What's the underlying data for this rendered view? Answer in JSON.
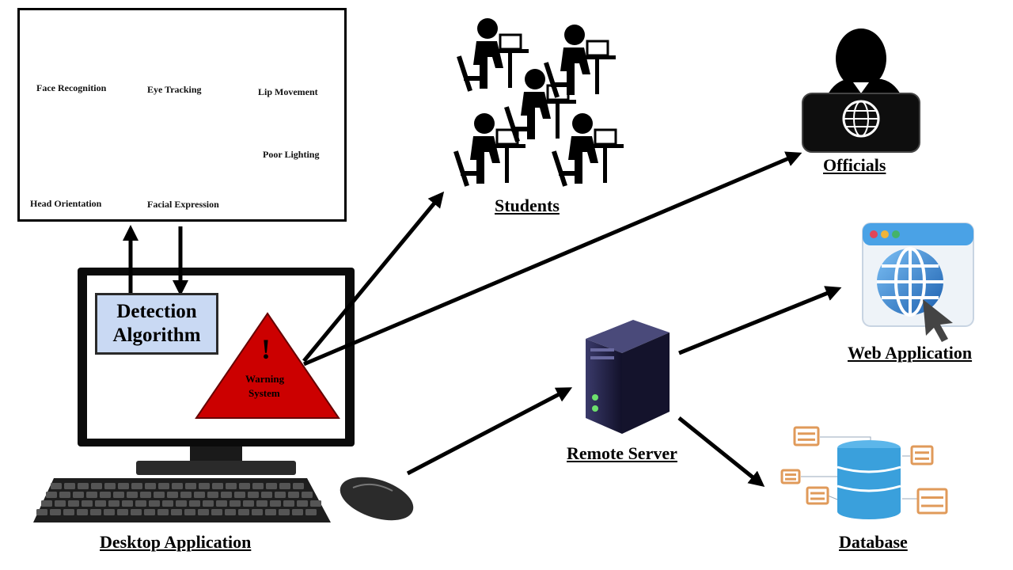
{
  "features": {
    "face_recognition": "Face Recognition",
    "eye_tracking": "Eye Tracking",
    "lip_movement": "Lip Movement",
    "head_orientation": "Head Orientation",
    "facial_expression": "Facial Expression",
    "poor_lighting": "Poor Lighting"
  },
  "detection": {
    "line1": "Detection",
    "line2": "Algorithm"
  },
  "warning": {
    "mark": "!",
    "line1": "Warning",
    "line2": "System"
  },
  "nodes": {
    "students": "Students",
    "officials": "Officials",
    "web_application": "Web Application",
    "remote_server": "Remote Server",
    "database": "Database",
    "desktop_application": "Desktop Application"
  },
  "colors": {
    "warning_fill": "#cc0000",
    "detection_fill": "#c9d9f3",
    "globe_blue": "#2f7fd1",
    "database_blue": "#3aa0dc",
    "database_orange": "#e09a5a",
    "server_dark": "#1c1a3a"
  },
  "icons": [
    "face-scan-icon",
    "eye-icon",
    "lips-icon",
    "head-mesh-icon",
    "face-photo-icon",
    "student-icon",
    "official-icon",
    "globe-window-icon",
    "server-icon",
    "database-icon",
    "monitor-icon",
    "keyboard-icon",
    "mouse-icon"
  ]
}
